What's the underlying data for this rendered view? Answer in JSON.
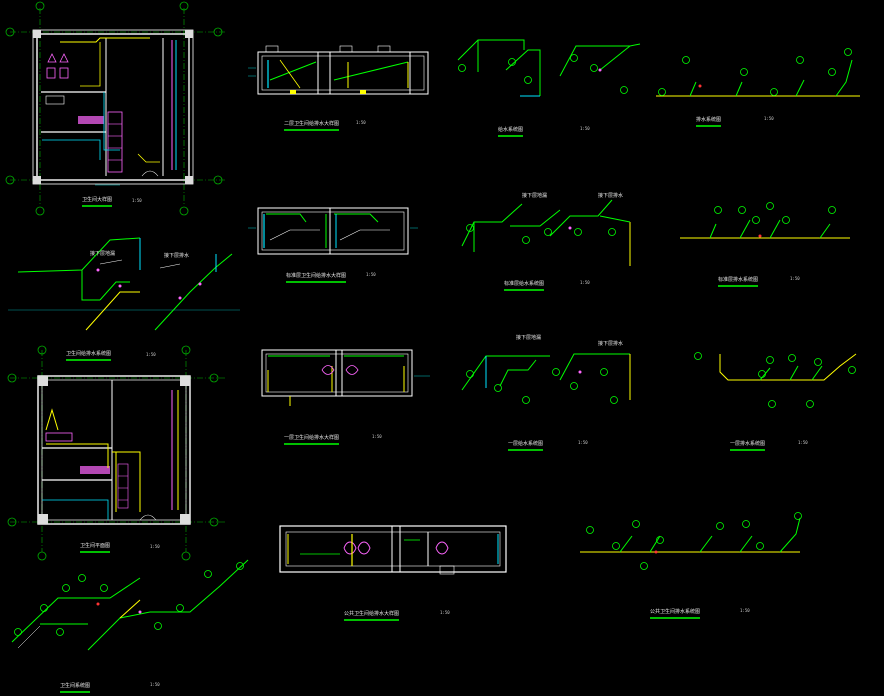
{
  "sheet": {
    "background": "#000000",
    "colors": {
      "wall": "#ffffff",
      "hatch": "#f0f0f0",
      "cold_water": "#00ff00",
      "hot_water": "#ffff00",
      "drain": "#00e5ff",
      "fixture": "#ff66ff",
      "axis": "#00b000",
      "dim": "#00c8c8"
    }
  },
  "drawings": [
    {
      "id": "d1",
      "title": "卫生间大样图",
      "scale": "1:50"
    },
    {
      "id": "d2",
      "title": "卫生间给排水系统图",
      "scale": "1:50"
    },
    {
      "id": "d3",
      "title": "卫生间平面图",
      "scale": "1:50"
    },
    {
      "id": "d4",
      "title": "卫生间系统图",
      "scale": "1:50"
    },
    {
      "id": "d5",
      "title": "二层卫生间给排水大样图",
      "scale": "1:50"
    },
    {
      "id": "d6",
      "title": "标准层卫生间给排水大样图",
      "scale": "1:50"
    },
    {
      "id": "d7",
      "title": "一层卫生间给排水大样图",
      "scale": "1:50"
    },
    {
      "id": "d8",
      "title": "公共卫生间给排水大样图",
      "scale": "1:50"
    },
    {
      "id": "d9",
      "title": "给水系统图",
      "scale": "1:50"
    },
    {
      "id": "d10",
      "title": "排水系统图",
      "scale": "1:50"
    },
    {
      "id": "d11",
      "title": "标准层给水系统图",
      "scale": "1:50"
    },
    {
      "id": "d12",
      "title": "标准层排水系统图",
      "scale": "1:50"
    },
    {
      "id": "d13",
      "title": "一层给水系统图",
      "scale": "1:50"
    },
    {
      "id": "d14",
      "title": "一层排水系统图",
      "scale": "1:50"
    },
    {
      "id": "d15",
      "title": "公共卫生间排水系统图",
      "scale": "1:50"
    }
  ],
  "labels": {
    "to_floor_drain": "接下层地漏",
    "to_drain": "接下层排水"
  }
}
